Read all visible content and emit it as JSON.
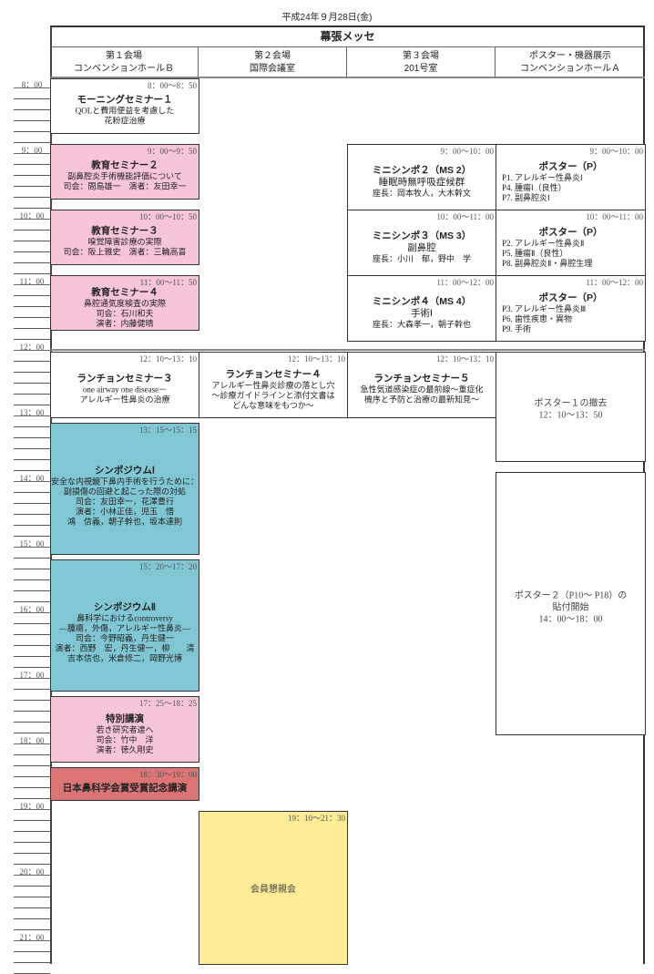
{
  "date": "平成24年９月28日(金)",
  "venue": "幕張メッセ",
  "columns": [
    {
      "name": "第１会場",
      "room": "コンベンションホールＢ"
    },
    {
      "name": "第２会場",
      "room": "国際会議室"
    },
    {
      "name": "第３会場",
      "room": "201号室"
    },
    {
      "name": "ポスター・機器展示",
      "room": "コンベンションホールＡ"
    }
  ],
  "hours": [
    "8：00",
    "9：00",
    "10：00",
    "11：00",
    "12：00",
    "13：00",
    "14：00",
    "15：00",
    "16：00",
    "17：00",
    "18：00",
    "19：00",
    "20：00",
    "21：00"
  ],
  "colors": {
    "pink": "#f7c5da",
    "cyan": "#80c7d3",
    "red": "#dc7676",
    "yellow": "#feeb96"
  },
  "events": [
    {
      "col": 0,
      "start": "8:00",
      "end": "8:50",
      "time": "8：00～8：50",
      "style": "white",
      "title": "モーニングセミナー１",
      "lines": [
        "QOLと費用便益を考慮した",
        "花粉症治療"
      ]
    },
    {
      "col": 0,
      "start": "9:00",
      "end": "9:50",
      "time": "9：00～9：50",
      "style": "pink",
      "title": "教育セミナー２",
      "lines": [
        "副鼻腔炎手術機能評価について",
        "司会：間島雄一　演者：友田幸一"
      ]
    },
    {
      "col": 0,
      "start": "10:00",
      "end": "10:50",
      "time": "10：00～10：50",
      "style": "pink",
      "title": "教育セミナー３",
      "lines": [
        "嗅覚障害診療の実際",
        "司会：阪上雅史　演者：三輪高喜"
      ]
    },
    {
      "col": 0,
      "start": "11:00",
      "end": "11:50",
      "time": "11：00～11：50",
      "style": "pink",
      "title": "教育セミナー４",
      "lines": [
        "鼻腔通気度検査の実際",
        "司会：石川和夫",
        "演者：内藤健晴"
      ]
    },
    {
      "col": 0,
      "start": "12:10",
      "end": "13:10",
      "time": "12：10～13：10",
      "style": "white",
      "title": "ランチョンセミナー３",
      "lines": [
        "one airway one disease－",
        "アレルギー性鼻炎の治療"
      ]
    },
    {
      "col": 0,
      "start": "13:15",
      "end": "15:15",
      "time": "13：15～15：15",
      "style": "cyan",
      "title": "シンポジウムⅠ",
      "lines": [
        "安全な内視鏡下鼻内手術を行うために：",
        "副損傷の回避と起こった際の対処",
        "司会：友田幸一，花澤豊行",
        "演者：小林正佳，児玉　悟",
        "鴻　信義，朝子幹也，坂本達則"
      ]
    },
    {
      "col": 0,
      "start": "15:20",
      "end": "17:20",
      "time": "15：20～17：20",
      "style": "cyan",
      "title": "シンポジウムⅡ",
      "lines": [
        "鼻科学におけるcontroversy",
        "―腫瘍，外傷，アレルギー性鼻炎―",
        "司会：今野昭義，丹生健一",
        "演者：西野　宏，丹生健一，柳　　清",
        "吉本信也，米倉修二，岡野光博"
      ]
    },
    {
      "col": 0,
      "start": "17:25",
      "end": "18:25",
      "time": "17：25～18：25",
      "style": "pink",
      "title": "特別講演",
      "lines": [
        "若き研究者達へ",
        "司会：竹中　洋",
        "演者：徳久剛史"
      ]
    },
    {
      "col": 0,
      "start": "18:30",
      "end": "19:00",
      "time": "18：30～19：00",
      "style": "red",
      "title": "日本鼻科学会賞受賞記念講演",
      "lines": []
    },
    {
      "col": 1,
      "start": "12:10",
      "end": "13:10",
      "time": "12：10～13：10",
      "style": "white",
      "title": "ランチョンセミナー４",
      "lines": [
        "アレルギー性鼻炎診療の落とし穴",
        "～診療ガイドラインと添付文書は",
        "どんな意味をもつか～"
      ]
    },
    {
      "col": 1,
      "start": "19:10",
      "end": "21:30",
      "time": "19：10～21：30",
      "style": "yellow",
      "plain": true,
      "lines": [
        "会員懇親会"
      ]
    },
    {
      "col": 2,
      "start": "9:00",
      "end": "10:00",
      "time": "9：00～10：00",
      "style": "white",
      "title": "ミニシンポ２（MS 2）",
      "sub": "睡眠時無呼吸症候群",
      "lines": [
        "座長：岡本牧人，大木幹文"
      ]
    },
    {
      "col": 2,
      "start": "10:00",
      "end": "11:00",
      "time": "10：00～11：00",
      "style": "white",
      "title": "ミニシンポ３（MS 3）",
      "sub": "副鼻腔",
      "lines": [
        "座長：小川　郁，野中　学"
      ]
    },
    {
      "col": 2,
      "start": "11:00",
      "end": "12:00",
      "time": "11：00～12：00",
      "style": "white",
      "title": "ミニシンポ４（MS 4）",
      "sub": "手術Ⅰ",
      "lines": [
        "座長：大森孝一，朝子幹也"
      ]
    },
    {
      "col": 2,
      "start": "12:10",
      "end": "13:10",
      "time": "12：10～13：10",
      "style": "white",
      "title": "ランチョンセミナー５",
      "lines": [
        "急性気道感染症の最前線～重症化",
        "機序と予防と治療の最新知見～"
      ]
    },
    {
      "col": 3,
      "start": "9:00",
      "end": "10:00",
      "time": "9：00～10：00",
      "style": "white",
      "title": "ポスター（P）",
      "left": true,
      "lines": [
        "P1.  アレルギー性鼻炎Ⅰ",
        "P4.  腫瘍Ⅰ（良性）",
        "P7.  副鼻腔炎Ⅰ"
      ]
    },
    {
      "col": 3,
      "start": "10:00",
      "end": "11:00",
      "time": "10：00～11：00",
      "style": "white",
      "title": "ポスター（P）",
      "left": true,
      "lines": [
        "P2.  アレルギー性鼻炎Ⅱ",
        "P5.  腫瘍Ⅱ（良性）",
        "P8.  副鼻腔炎Ⅱ・鼻腔生理"
      ]
    },
    {
      "col": 3,
      "start": "11:00",
      "end": "12:00",
      "time": "11：00～12：00",
      "style": "white",
      "title": "ポスター（P）",
      "left": true,
      "lines": [
        "P3.  アレルギー性鼻炎Ⅲ",
        "P6.  歯性疾患・異物",
        "P9.  手術"
      ]
    },
    {
      "col": 3,
      "start": "12:10",
      "end": "13:50",
      "style": "white",
      "plain": true,
      "lines": [
        "ポスター１の撤去",
        "12：10～13：50"
      ]
    },
    {
      "col": 3,
      "start": "14:00",
      "end": "18:00",
      "style": "white",
      "plain": true,
      "lines": [
        "ポスター２（P10～ P18）の",
        "貼付開始",
        "14：00～18：00"
      ]
    }
  ]
}
